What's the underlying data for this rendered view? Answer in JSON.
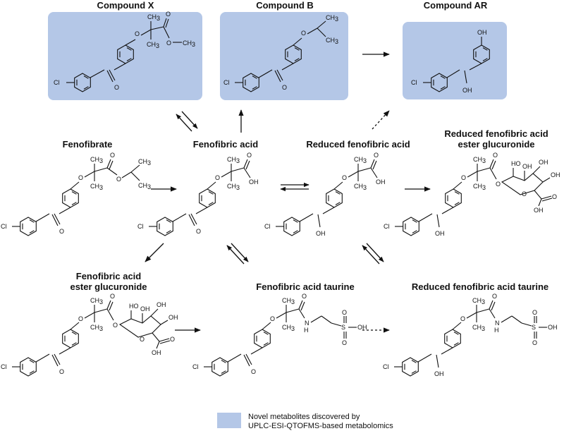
{
  "titles": {
    "compound_x": "Compound X",
    "compound_b": "Compound B",
    "compound_ar": "Compound AR",
    "fenofibrate": "Fenofibrate",
    "fenofibric_acid": "Fenofibric acid",
    "reduced_fenofibric_acid": "Reduced fenofibric acid",
    "reduced_glucuronide_line1": "Reduced fenofibric acid",
    "reduced_glucuronide_line2": "ester glucuronide",
    "ff_glucuronide_line1": "Fenofibric acid",
    "ff_glucuronide_line2": "ester glucuronide",
    "ff_taurine": "Fenofibric acid taurine",
    "reduced_taurine": "Reduced fenofibric acid taurine"
  },
  "atoms": {
    "cl": "Cl",
    "o": "O",
    "oh": "OH",
    "ch3": "CH",
    "ch3_sub": "3",
    "h": "H",
    "n": "N",
    "s": "S",
    "ho": "HO"
  },
  "legend": {
    "line1": "Novel metabolites discovered by",
    "line2": "UPLC-ESI-QTOFMS-based metabolomics"
  },
  "colors": {
    "novel_box": "#b4c7e7",
    "ink": "#111111"
  }
}
